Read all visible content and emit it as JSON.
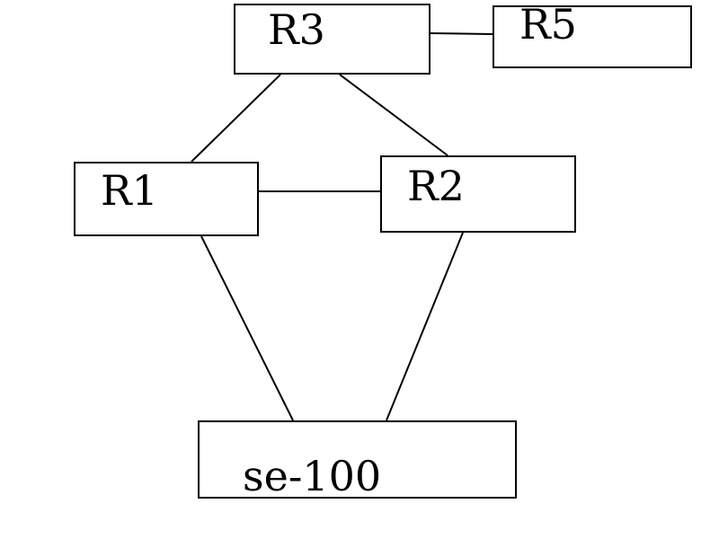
{
  "nodes": {
    "r3": "R3",
    "r5": "R5",
    "r1": "R1",
    "r2": "R2",
    "se100": "se-100"
  },
  "links": [
    [
      "R3",
      "R5"
    ],
    [
      "R3",
      "R1"
    ],
    [
      "R3",
      "R2"
    ],
    [
      "R1",
      "R2"
    ],
    [
      "R1",
      "se-100"
    ],
    [
      "R2",
      "se-100"
    ]
  ],
  "colors": {
    "stroke": "#000000",
    "background": "#ffffff"
  }
}
